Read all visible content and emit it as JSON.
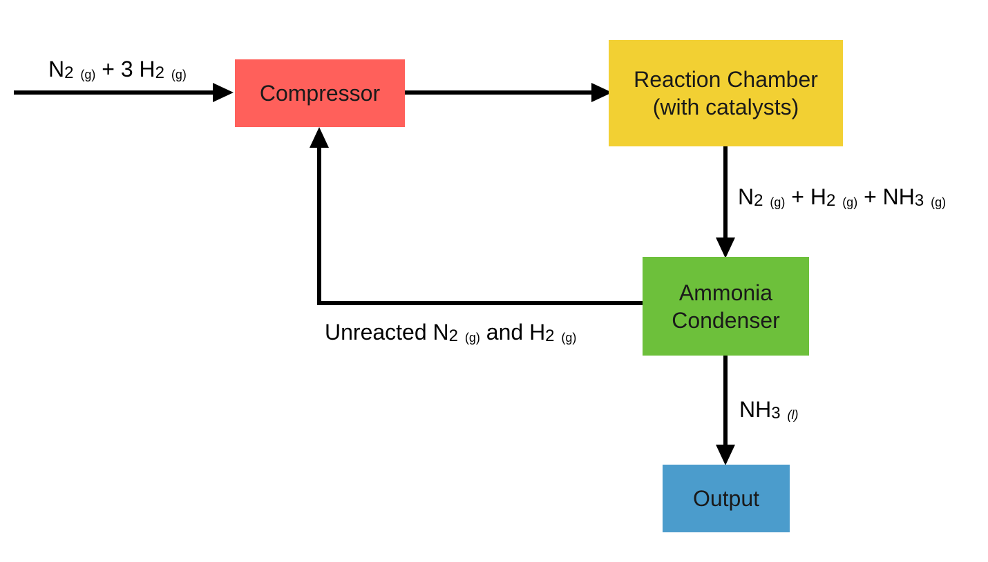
{
  "colors": {
    "compressor": "#ff605b",
    "reaction": "#f2d033",
    "condenser": "#6dc03b",
    "output": "#4b9ccc",
    "arrow": "#000000"
  },
  "boxes": {
    "compressor": {
      "label": "Compressor"
    },
    "reaction": {
      "line1": "Reaction Chamber",
      "line2": "(with catalysts)"
    },
    "condenser": {
      "line1": "Ammonia",
      "line2": "Condenser"
    },
    "output": {
      "label": "Output"
    }
  },
  "labels": {
    "input": {
      "a": "N",
      "a_sub": "2",
      "a_state": "(g)",
      "b": " + 3 H",
      "b_sub": "2",
      "b_state": "(g)"
    },
    "reaction_out": {
      "a": "N",
      "a_sub": "2",
      "a_state": "(g)",
      "b": " + H",
      "b_sub": "2",
      "b_state": "(g)",
      "c": " + NH",
      "c_sub": "3",
      "c_state": "(g)"
    },
    "recycle": {
      "a": "Unreacted N",
      "a_sub": "2",
      "a_state": "(g)",
      "b": " and H",
      "b_sub": "2",
      "b_state": "(g)"
    },
    "product": {
      "a": "NH",
      "a_sub": "3",
      "a_state": "(l)"
    }
  }
}
